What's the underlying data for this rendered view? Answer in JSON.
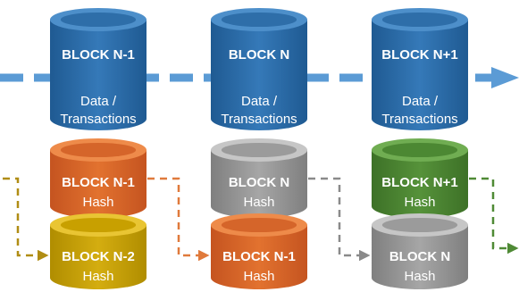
{
  "colors": {
    "chain_arrow": "#5b9bd5",
    "blue": "#2f6ea8",
    "orange": "#d9672a",
    "gray": "#9a9a9a",
    "green": "#4f8a35",
    "yellow": "#c9a400"
  },
  "blocks": [
    {
      "id": "n-minus-1",
      "data_cylinder": {
        "title": "BLOCK N-1",
        "line1": "Data /",
        "line2": "Transactions",
        "color": "blue"
      },
      "hash_cylinder": {
        "title": "BLOCK N-1",
        "subtitle": "Hash",
        "color": "orange"
      },
      "prev_hash_cylinder": {
        "title": "BLOCK N-2",
        "subtitle": "Hash",
        "color": "yellow"
      },
      "link_color": "#b08d14"
    },
    {
      "id": "n",
      "data_cylinder": {
        "title": "BLOCK N",
        "line1": "Data /",
        "line2": "Transactions",
        "color": "blue"
      },
      "hash_cylinder": {
        "title": "BLOCK N",
        "subtitle": "Hash",
        "color": "gray"
      },
      "prev_hash_cylinder": {
        "title": "BLOCK N-1",
        "subtitle": "Hash",
        "color": "orange"
      },
      "link_color": "#e07a3c"
    },
    {
      "id": "n-plus-1",
      "data_cylinder": {
        "title": "BLOCK N+1",
        "line1": "Data /",
        "line2": "Transactions",
        "color": "blue"
      },
      "hash_cylinder": {
        "title": "BLOCK N+1",
        "subtitle": "Hash",
        "color": "green"
      },
      "prev_hash_cylinder": {
        "title": "BLOCK N",
        "subtitle": "Hash",
        "color": "gray"
      },
      "link_color": "#8a8a8a"
    }
  ],
  "outgoing_link_color": "#4f8a35"
}
